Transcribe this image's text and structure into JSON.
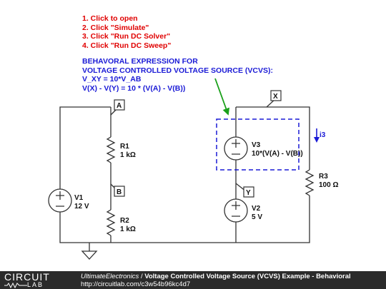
{
  "instructions": [
    "1. Click to open",
    "2. Click \"Simulate\"",
    "3. Click \"Run DC Solver\"",
    "4. Click \"Run DC Sweep\""
  ],
  "expression": [
    "BEHAVORAL EXPRESSION FOR",
    "VOLTAGE CONTROLLED VOLTAGE SOURCE (VCVS):",
    "V_XY = 10*V_AB",
    "V(X) - V(Y) = 10 * (V(A) - V(B))"
  ],
  "components": {
    "r1": {
      "name": "R1",
      "value": "1 kΩ"
    },
    "r2": {
      "name": "R2",
      "value": "1 kΩ"
    },
    "r3": {
      "name": "R3",
      "value": "100 Ω"
    },
    "v1": {
      "name": "V1",
      "value": "12 V"
    },
    "v2": {
      "name": "V2",
      "value": "5 V"
    },
    "v3": {
      "name": "V3",
      "value": "10*(V(A) - V(B))"
    }
  },
  "nodes": {
    "a": "A",
    "b": "B",
    "x": "X",
    "y": "Y"
  },
  "current_label": "i3",
  "colors": {
    "instructions": "#e00000",
    "expression": "#1a1ad6",
    "arrow": "#1aa01a",
    "highlight": "#1a1ad6"
  },
  "footer": {
    "logo_top": "CIRCUIT",
    "logo_bottom": "LAB",
    "author": "UltimateElectronics",
    "separator": " / ",
    "title": "Voltage Controlled Voltage Source (VCVS) Example - Behavioral",
    "url": "http://circuitlab.com/c3w54b96kc4d7"
  }
}
